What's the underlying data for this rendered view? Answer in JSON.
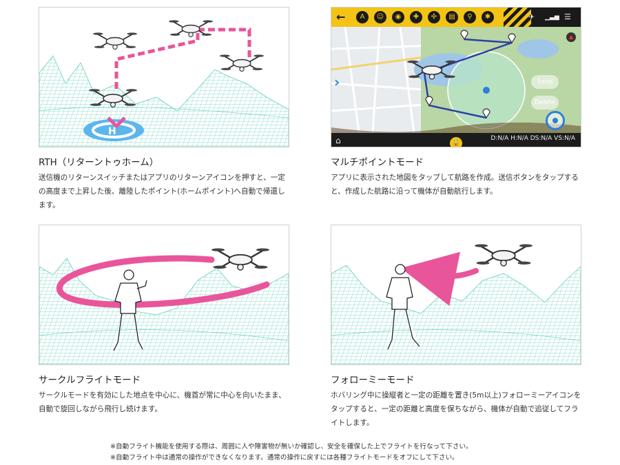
{
  "features": [
    {
      "title": "RTH（リターントゥホーム）",
      "description": "送信機のリターンスイッチまたはアプリのリターンアイコンを押すと、一定の高度まで上昇した後、離陸したポイント(ホームポイント)へ自動で帰還します。"
    },
    {
      "title": "マルチポイントモード",
      "description": "アプリに表示された地図をタップして航路を作成。送信ボタンをタップすると、作成した航路に沿って機体が自動航行します。"
    },
    {
      "title": "サークルフライトモード",
      "description": "サークルモードを有効にした地点を中心に、機首が常に中心を向いたまま、自動で旋回しながら飛行し続けます。"
    },
    {
      "title": "フォローミーモード",
      "description": "ホバリング中に操縦者と一定の距離を置き(5m以上)フォローミーアイコンをタップすると、一定の距離と高度を保ちながら、機体が自動で追従してフライトします。"
    }
  ],
  "app": {
    "send_label": "Send",
    "delete_label": "Delete",
    "status_text": "D:N/A H:N/A DS:N/A VS:N/A",
    "toolbar_icons": [
      "back-icon",
      "altitude-icon",
      "gesture-icon",
      "camera-icon",
      "gamepad-icon",
      "trim-icon",
      "waypoint-icon",
      "follow-icon",
      "circle-icon",
      "drone-icon",
      "signal-icon",
      "menu-icon"
    ]
  },
  "notes": [
    "※自動フライト機能を使用する際は、周囲に人や障害物が無いか確認し、安全を確保した上でフライトを行なって下さい。",
    "※自動フライト中は通常の操作ができなくなります。通常の操作に戻すには各種フライトモードをオフにして下さい。"
  ],
  "colors": {
    "accent_pink": "#e9559b",
    "terrain_teal": "#5fcfb6",
    "pad_blue": "#5bb6ee",
    "app_yellow": "#f3c316",
    "route_blue": "#2c3fa6"
  }
}
